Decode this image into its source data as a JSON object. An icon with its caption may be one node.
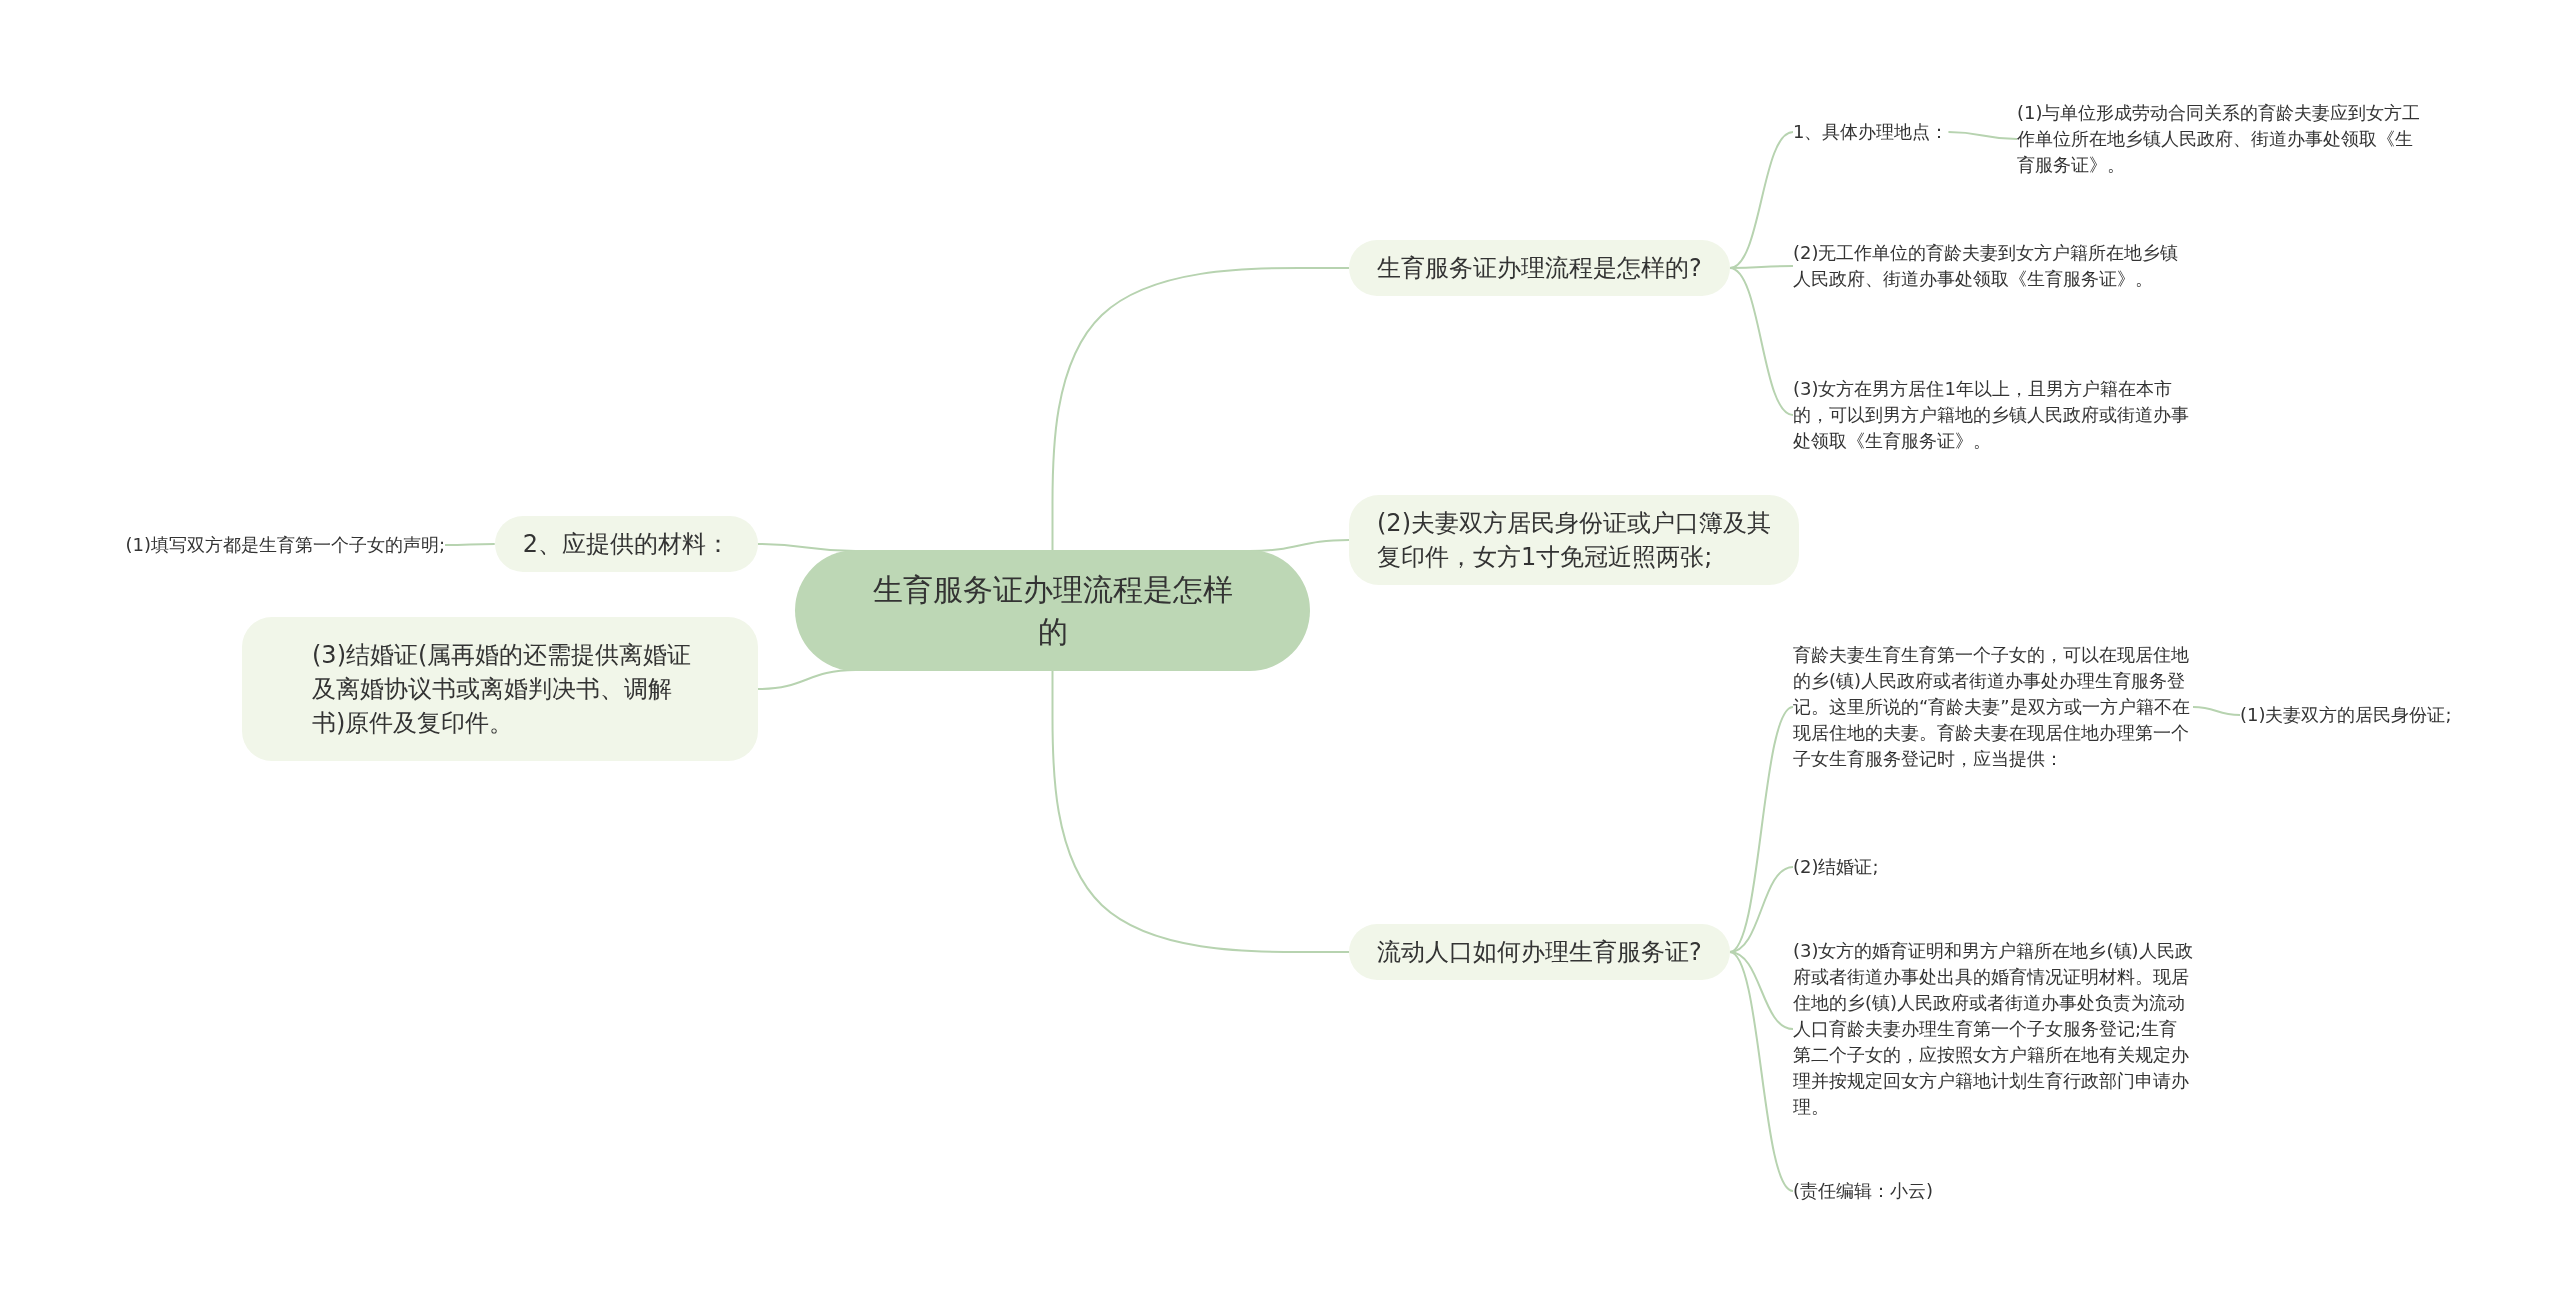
{
  "diagram": {
    "nodes": [
      {
        "text": [
          "生育服务证办理流程是怎样的"
        ]
      },
      {
        "text": [
          "生育服务证办理流程是怎样的?"
        ]
      },
      {
        "text": [
          "1、具体办理地点："
        ]
      },
      {
        "text": [
          "(1)与单位形成劳动合同关系的育龄夫妻应到女方工作单位所在地乡镇人民政府、街道办事处领取《生育服务证》。"
        ]
      },
      {
        "text": [
          "(2)无工作单位的育龄夫妻到女方户籍所在地乡镇人民政府、街道办事处领取《生育服务证》。"
        ]
      },
      {
        "text": [
          "(3)女方在男方居住1年以上，且男方户籍在本市的，可以到男方户籍地的乡镇人民政府或街道办事处领取《生育服务证》。"
        ]
      },
      {
        "text": [
          "(2)夫妻双方居民身份证或户口簿及其复印件，女方1寸免冠近照两张;"
        ]
      },
      {
        "text": [
          "流动人口如何办理生育服务证?"
        ]
      },
      {
        "text": [
          "育龄夫妻生育生育第一个子女的，可以在现居住地的乡(镇)人民政府或者街道办事处办理生育服务登记。这里所说的“育龄夫妻”是双方或一方户籍不在现居住地的夫妻。育龄夫妻在现居住地办理第一个子女生育服务登记时，应当提供："
        ]
      },
      {
        "text": [
          "(1)夫妻双方的居民身份证;"
        ]
      },
      {
        "text": [
          "(2)结婚证;"
        ]
      },
      {
        "text": [
          "(3)女方的婚育证明和男方户籍所在地乡(镇)人民政府或者街道办事处出具的婚育情况证明材料。现居住地的乡(镇)人民政府或者街道办事处负责为流动人口育龄夫妻办理生育第一个子女服务登记;生育第二个子女的，应按照女方户籍所在地有关规定办理并按规定回女方户籍地计划生育行政部门申请办理。"
        ]
      },
      {
        "text": [
          "(责任编辑：小云)"
        ]
      },
      {
        "text": [
          "2、应提供的材料："
        ]
      },
      {
        "text": [
          "(1)填写双方都是生育第一个子女的声明;"
        ]
      },
      {
        "text": [
          "(3)结婚证(属再婚的还需提供离婚证及离婚协议书或离婚判决书、调解书)原件及复印件。"
        ]
      }
    ],
    "edges": [
      {
        "from": 0,
        "to": 1,
        "arrow": "none"
      },
      {
        "from": 1,
        "to": 2,
        "arrow": "none"
      },
      {
        "from": 2,
        "to": 3,
        "arrow": "none"
      },
      {
        "from": 1,
        "to": 4,
        "arrow": "none"
      },
      {
        "from": 1,
        "to": 5,
        "arrow": "none"
      },
      {
        "from": 0,
        "to": 6,
        "arrow": "none"
      },
      {
        "from": 0,
        "to": 7,
        "arrow": "none"
      },
      {
        "from": 7,
        "to": 8,
        "arrow": "none"
      },
      {
        "from": 8,
        "to": 9,
        "arrow": "none"
      },
      {
        "from": 7,
        "to": 10,
        "arrow": "none"
      },
      {
        "from": 7,
        "to": 11,
        "arrow": "none"
      },
      {
        "from": 7,
        "to": 12,
        "arrow": "none"
      },
      {
        "from": 0,
        "to": 13,
        "arrow": "none"
      },
      {
        "from": 13,
        "to": 14,
        "arrow": "none"
      },
      {
        "from": 0,
        "to": 15,
        "arrow": "none"
      }
    ]
  }
}
